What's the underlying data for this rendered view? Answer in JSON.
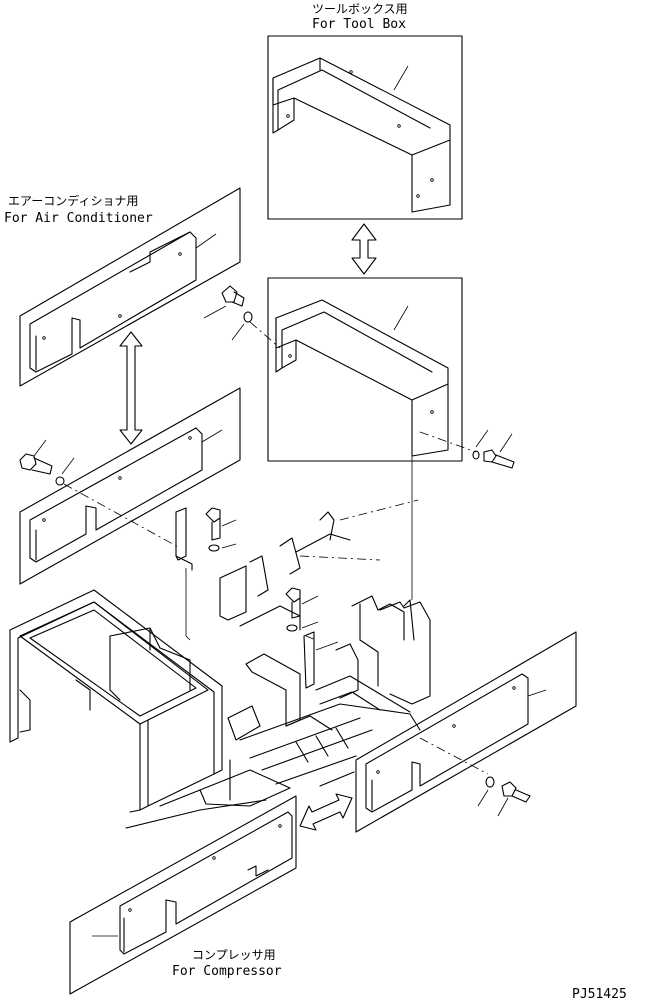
{
  "labels": {
    "toolbox_jp": "ツールボックス用",
    "toolbox_en": "For Tool Box",
    "aircon_jp": "エアーコンディショナ用",
    "aircon_en": "For Air Conditioner",
    "compressor_jp": "コンプレッサ用",
    "compressor_en": "For Compressor",
    "drawing_code": "PJ51425"
  }
}
